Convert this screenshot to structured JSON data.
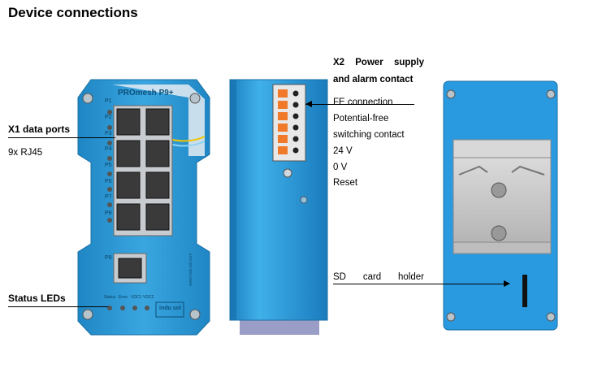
{
  "title": "Device connections",
  "device": {
    "brand": "PROmesh P9+",
    "port_labels": [
      "P1",
      "P2",
      "P3",
      "P4",
      "P5",
      "P6",
      "P7",
      "P8",
      "P9"
    ],
    "led_labels": [
      "Status",
      "Error",
      "VDC1",
      "VDC2"
    ],
    "website": "www.indu-sol.com",
    "logo_text": "indu sol"
  },
  "left_labels": {
    "x1_title": "X1 data ports",
    "x1_sub": "9x RJ45",
    "status": "Status LEDs"
  },
  "x2": {
    "title_words": [
      "X2",
      "Power",
      "supply"
    ],
    "title_line2": "and alarm contact",
    "items": [
      "FE connection",
      "Potential-free",
      "switching contact",
      "24 V",
      "0 V",
      "Reset"
    ]
  },
  "sd": {
    "words": [
      "SD",
      "card",
      "holder"
    ]
  },
  "colors": {
    "device_blue": "#2c98d4",
    "device_dark": "#1a6fa3",
    "terminal_orange": "#f07a2a",
    "din_rail": "#c8c8c8"
  }
}
